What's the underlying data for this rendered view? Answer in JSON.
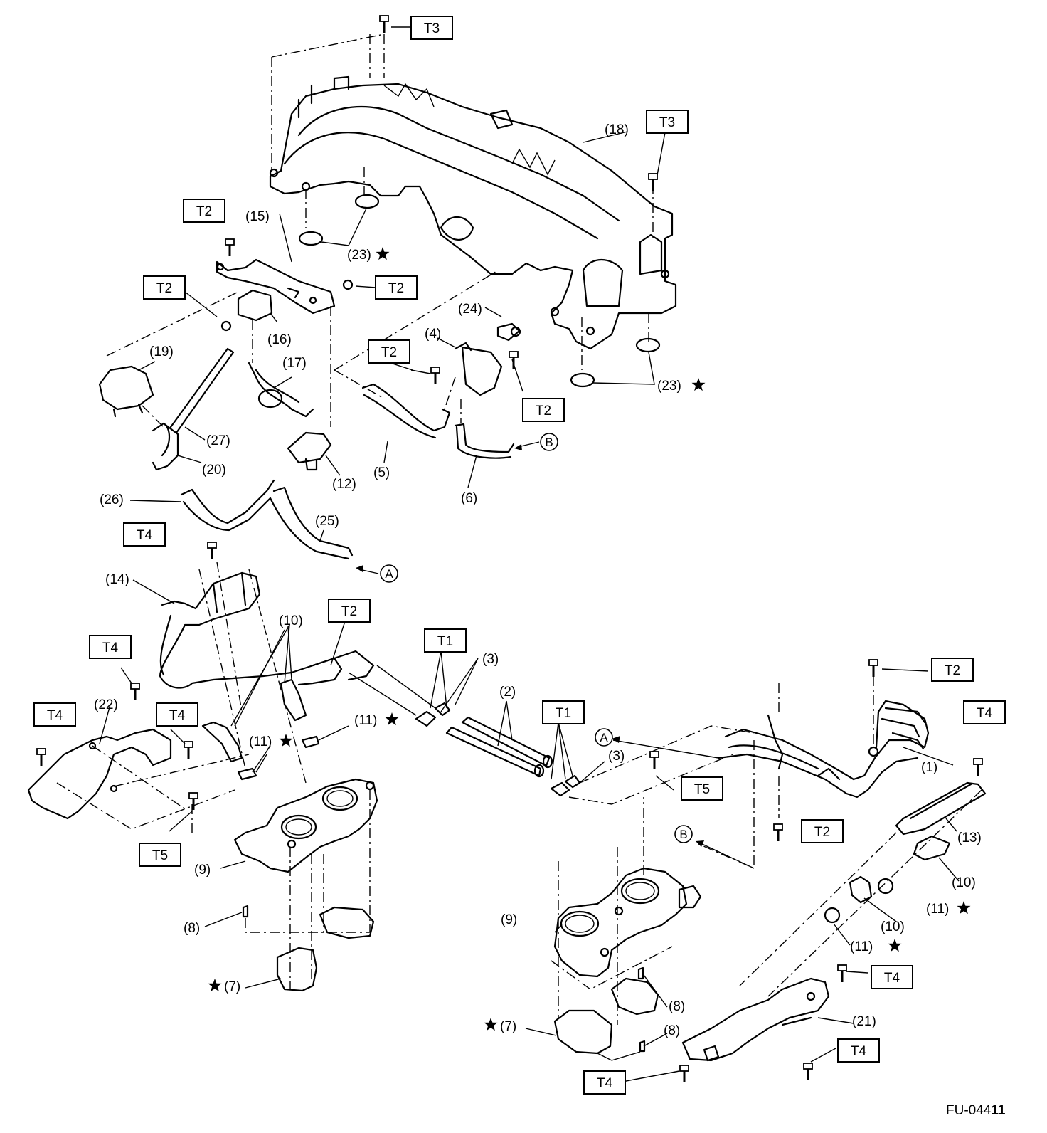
{
  "torque_labels": {
    "t1": "T1",
    "t2": "T2",
    "t3": "T3",
    "t4": "T4",
    "t5": "T5"
  },
  "part_labels": {
    "p1": "(1)",
    "p2": "(2)",
    "p3": "(3)",
    "p4": "(4)",
    "p5": "(5)",
    "p6": "(6)",
    "p7": "(7)",
    "p8": "(8)",
    "p9": "(9)",
    "p10": "(10)",
    "p11": "(11)",
    "p12": "(12)",
    "p13": "(13)",
    "p14": "(14)",
    "p15": "(15)",
    "p16": "(16)",
    "p17": "(17)",
    "p18": "(18)",
    "p19": "(19)",
    "p20": "(20)",
    "p21": "(21)",
    "p22": "(22)",
    "p23": "(23)",
    "p24": "(24)",
    "p25": "(25)",
    "p26": "(26)",
    "p27": "(27)"
  },
  "ref_markers": {
    "a": "A",
    "b": "B"
  },
  "figure_code": {
    "prefix": "FU-044",
    "suffix": "11"
  }
}
